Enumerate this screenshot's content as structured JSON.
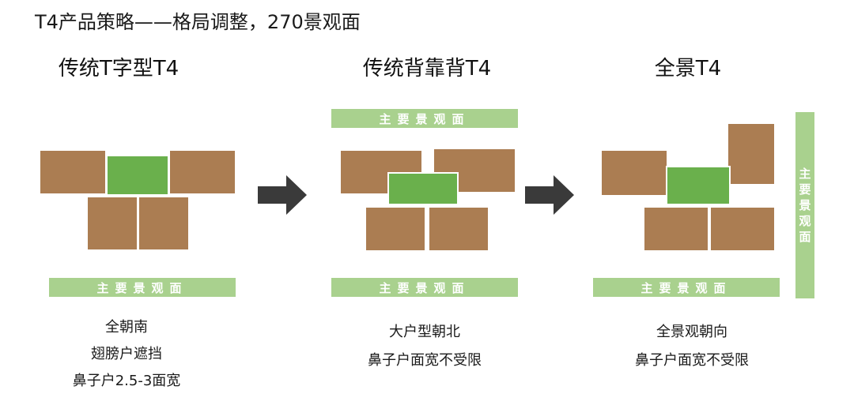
{
  "page": {
    "title": "T4产品策略——格局调整，270景观面"
  },
  "columns": [
    {
      "title": "传统T字型T4",
      "bars": [
        "主要景观面"
      ],
      "desc": [
        "全朝南",
        "翅膀户遮挡",
        "鼻子户2.5-3面宽"
      ]
    },
    {
      "title": "传统背靠背T4",
      "bars": [
        "主要景观面",
        "主要景观面"
      ],
      "desc": [
        "大户型朝北",
        "鼻子户面宽不受限"
      ]
    },
    {
      "title": "全景T4",
      "bars": [
        "主要景观面"
      ],
      "vbar": [
        "主",
        "要",
        "景",
        "观",
        "面"
      ],
      "desc": [
        "全景观朝向",
        "鼻子户面宽不受限"
      ]
    }
  ],
  "colors": {
    "unit": "#ab7d52",
    "core": "#6ab04c",
    "landscape_bar": "#a9d18e",
    "arrow": "#3a3a3a"
  },
  "icons": [
    "right-arrow-icon",
    "right-arrow-icon"
  ]
}
